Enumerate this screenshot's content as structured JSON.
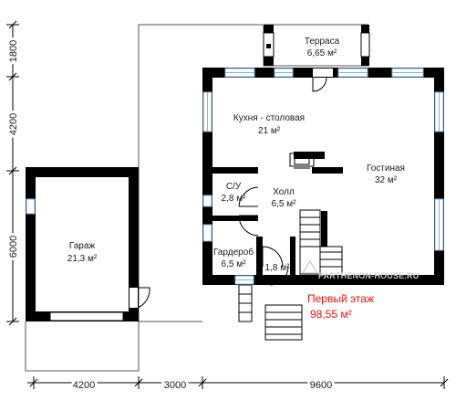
{
  "floor": {
    "title": "Первый этаж",
    "total_area": "98,55 м²"
  },
  "rooms": {
    "terrace": {
      "name": "Терраса",
      "area": "6,65 м²"
    },
    "kitchen": {
      "name": "Кухня - столовая",
      "area": "21 м²"
    },
    "living": {
      "name": "Гостиная",
      "area": "32 м²"
    },
    "bathroom": {
      "name": "С/У",
      "area": "2,8 м²"
    },
    "hall": {
      "name": "Холл",
      "area": "6,5 м²"
    },
    "wardrobe": {
      "name": "Гардероб",
      "area": "6,5 м²"
    },
    "small": {
      "name": "",
      "area": "1,8 м²"
    },
    "garage": {
      "name": "Гараж",
      "area": "21,3 м²"
    }
  },
  "dimensions": {
    "bottom": [
      "4200",
      "3000",
      "9600"
    ],
    "left": [
      "1800",
      "4200",
      "6000"
    ]
  },
  "watermark": "PARTHENON-HOUSE.RU",
  "colors": {
    "wall": "#000000",
    "window": "#7fb6e3",
    "accent": "#e0140f"
  }
}
